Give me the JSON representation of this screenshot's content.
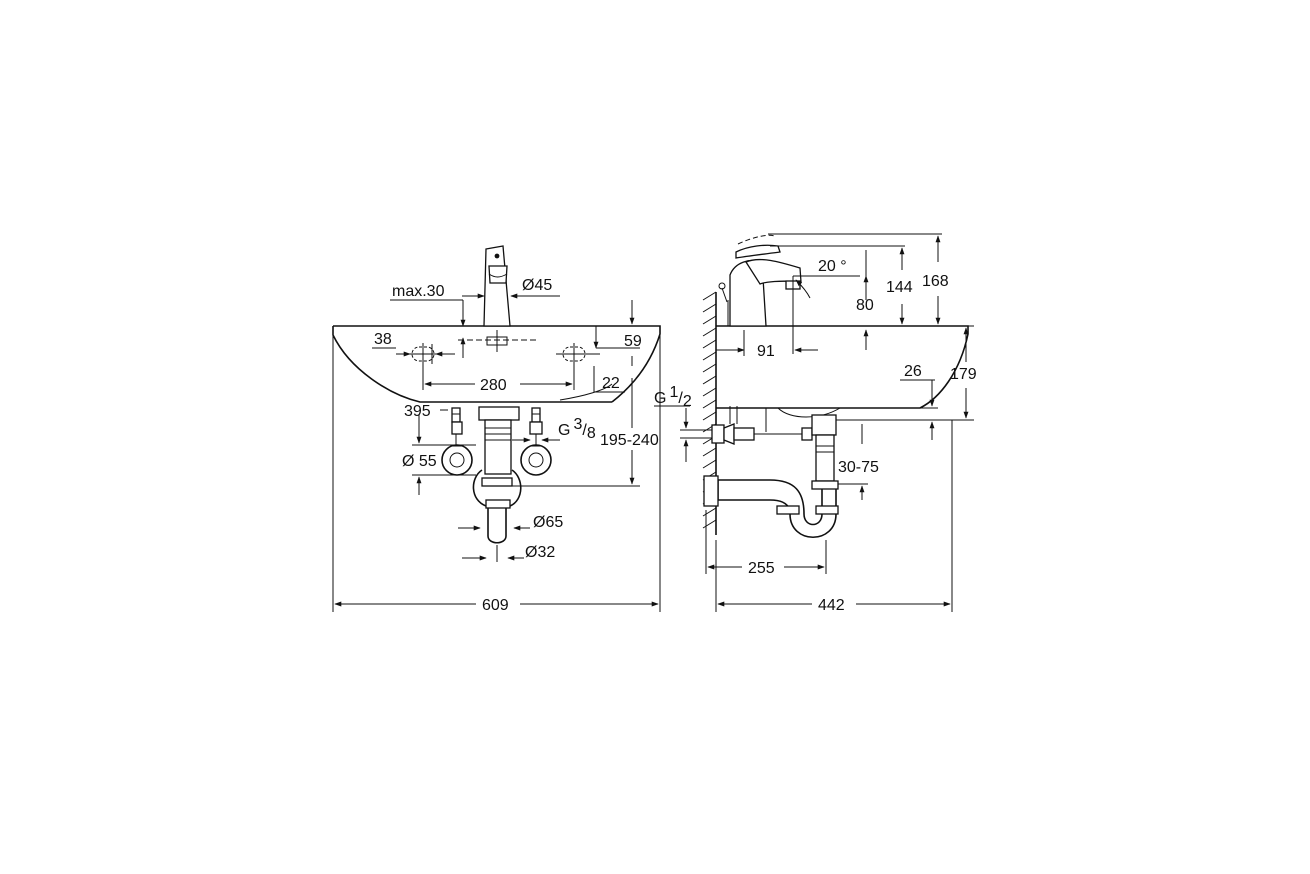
{
  "front_view": {
    "dimensions": {
      "max_protrusion": "max.30",
      "spout_diameter": "Ø45",
      "hole_offset": "38",
      "top_to_hole": "59",
      "hole_spacing": "280",
      "hole_to_center": "22",
      "basin_height": "395",
      "connection_thread": "G",
      "connection_thread_num": "3",
      "connection_thread_den": "8",
      "mounting_height": "195-240",
      "rosette_diameter": "Ø 55",
      "trap_diameter": "Ø65",
      "waste_diameter": "Ø32",
      "overall_width": "609"
    }
  },
  "side_view": {
    "dimensions": {
      "lever_angle": "20 °",
      "spout_height": "80",
      "tap_height": "144",
      "max_height": "168",
      "spout_reach": "91",
      "basin_depth": "179",
      "overflow": "26",
      "supply_thread": "G",
      "supply_thread_num": "1",
      "supply_thread_den": "2",
      "trap_adjust": "30-75",
      "trap_projection": "255",
      "overall_depth": "442"
    }
  }
}
